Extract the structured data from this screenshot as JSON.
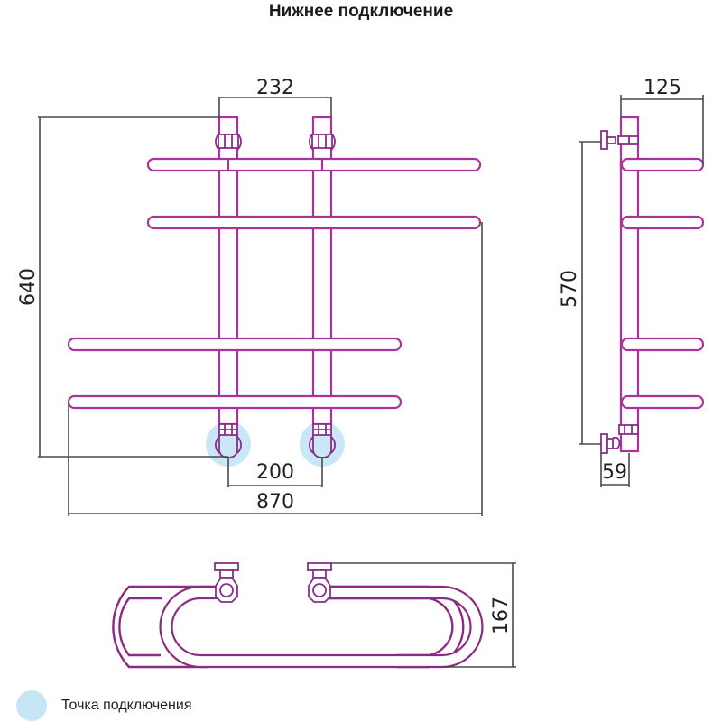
{
  "title": "Нижнее подключение",
  "colors": {
    "pipe": "#a8339b",
    "pipe_dark": "#8d2a84",
    "dimension": "#4a4a4a",
    "connection_point": "#c6e6f6"
  },
  "front_view": {
    "dimensions": {
      "riser_spacing": "232",
      "height": "640",
      "connection_spacing": "200",
      "width": "870"
    },
    "rails": 4
  },
  "side_view": {
    "dimensions": {
      "depth": "125",
      "connection_height": "570",
      "wall_offset": "59"
    }
  },
  "top_view": {
    "dimensions": {
      "depth": "167"
    }
  },
  "legend": {
    "connection_point_label": "Точка подключения"
  }
}
